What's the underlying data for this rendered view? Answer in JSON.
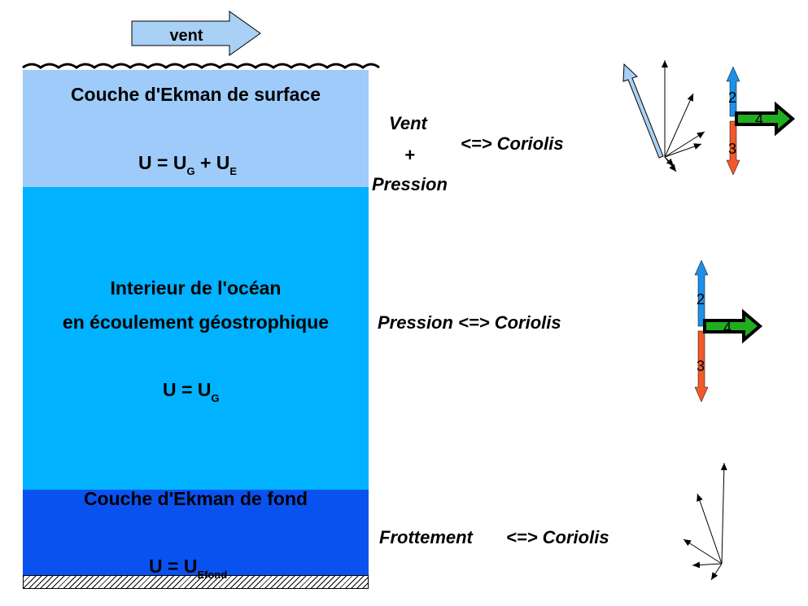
{
  "wind": {
    "label": "vent"
  },
  "surface_layer": {
    "title": "Couche d'Ekman de surface",
    "eq_lhs": "U = U",
    "sub_g": "G",
    "eq_plus": " + U",
    "sub_e": "E"
  },
  "interior_layer": {
    "title_line1": "Interieur de l'océan",
    "title_line2": "en écoulement géostrophique",
    "eq_lhs": "U = U",
    "sub_g": "G"
  },
  "bottom_layer": {
    "title": "Couche d'Ekman de fond",
    "eq_lhs": "U = U",
    "sub_efond": "Efond"
  },
  "balances": {
    "surface": {
      "line1": "Vent",
      "line2": "+",
      "line3": "Pression",
      "equiv": "<=> Coriolis"
    },
    "interior": {
      "text": "Pression <=> Coriolis"
    },
    "bottom": {
      "left": "Frottement",
      "equiv": "<=> Coriolis"
    }
  },
  "vector_labels": {
    "v2": "2",
    "v3": "3",
    "v4": "4"
  },
  "colors": {
    "surface_layer": "#9fcbfa",
    "interior_layer": "#00b2ff",
    "bottom_layer": "#0a52f0",
    "wind_arrow": "#a9d0f5",
    "pressure_arrow": "#1e90e8",
    "coriolis_arrow": "#f05a2a",
    "velocity_arrow": "#1fae1f"
  }
}
